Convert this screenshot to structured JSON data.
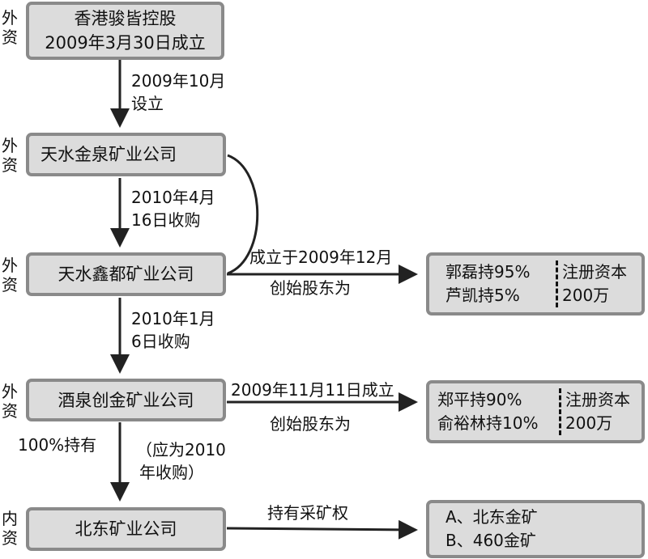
{
  "nodes": [
    {
      "tag": "外资",
      "lines": [
        "香港骏皆控股",
        "2009年3月30日成立"
      ]
    },
    {
      "tag": "外资",
      "lines": [
        "天水金泉矿业公司"
      ]
    },
    {
      "tag": "外资",
      "lines": [
        "天水鑫都矿业公司"
      ]
    },
    {
      "tag": "外资",
      "lines": [
        "酒泉创金矿业公司"
      ]
    },
    {
      "tag": "内资",
      "lines": [
        "北东矿业公司"
      ]
    }
  ],
  "edges": {
    "e1": [
      "2009年10月",
      "设立"
    ],
    "e2": [
      "2010年4月",
      "16日收购"
    ],
    "e3": [
      "2010年1月",
      "6日收购"
    ],
    "e4": [
      "（应为2010",
      "年收购）"
    ],
    "e4_left": "100%持有",
    "h1": [
      "成立于2009年12月",
      "创始股东为"
    ],
    "h2": [
      "2009年11月11日成立",
      "创始股东为"
    ],
    "h3": [
      "持有采矿权"
    ]
  },
  "info": [
    {
      "left": [
        "郭磊持95%",
        "芦凯持5%"
      ],
      "right": [
        "注册资本",
        "200万"
      ]
    },
    {
      "left": [
        "郑平持90%",
        "俞裕林持10%"
      ],
      "right": [
        "注册资本",
        "200万"
      ]
    },
    {
      "lines": [
        "A、北东金矿",
        "B、460金矿"
      ]
    }
  ]
}
